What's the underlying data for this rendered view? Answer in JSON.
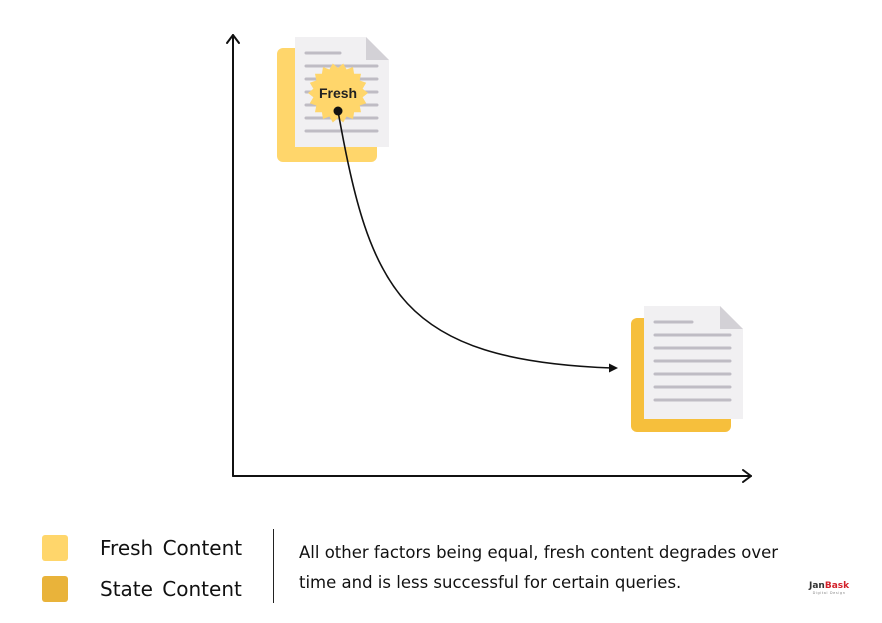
{
  "diagram": {
    "stamp_label": "Fresh"
  },
  "legend": [
    {
      "label": "Fresh  Content",
      "color": "#FFD66B"
    },
    {
      "label": "State  Content",
      "color": "#E9B33A"
    }
  ],
  "caption": "All other factors being equal, fresh content degrades over time and is less successful for certain queries.",
  "logo": {
    "word_part1": "Jan",
    "word_part2": "Bask",
    "tagline": "Digital Design"
  },
  "colors": {
    "axis": "#111111",
    "paper": "#F1F0F2",
    "paper_fold": "#D3D1D6",
    "paper_lines": "#BFBCC4",
    "stack_back_fresh": "#FFD66B",
    "stack_back_stale": "#F6BF3C",
    "stamp": "#FFD66B",
    "logo_accent": "#D3212A"
  }
}
